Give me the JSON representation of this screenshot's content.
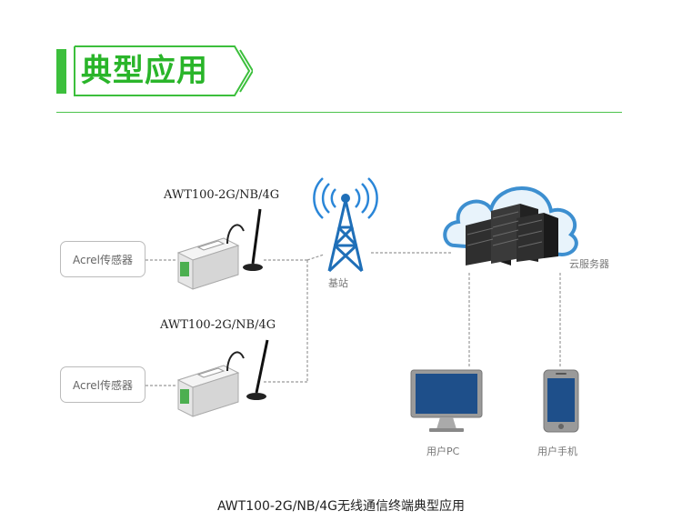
{
  "header": {
    "title": "典型应用"
  },
  "devices": [
    {
      "label": "AWT100-2G/NB/4G",
      "sensor": "Acrel传感器"
    },
    {
      "label": "AWT100-2G/NB/4G",
      "sensor": "Acrel传感器"
    }
  ],
  "nodes": {
    "tower": "基站",
    "cloud": "云服务器",
    "pc": "用户PC",
    "phone": "用户手机"
  },
  "caption": "AWT100-2G/NB/4G无线通信终端典型应用",
  "colors": {
    "accent_green": "#3cbf3c",
    "tower_blue": "#1f6fb8",
    "cloud_blue": "#3d8fd0",
    "line_gray": "#999999"
  },
  "icons": [
    "antenna-icon",
    "tower-icon",
    "cloud-server-icon",
    "monitor-icon",
    "phone-icon"
  ]
}
